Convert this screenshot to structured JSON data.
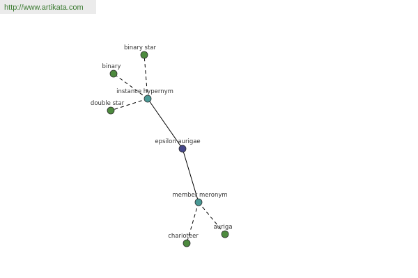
{
  "banner": {
    "text": "http://www.artikata.com"
  },
  "colors": {
    "center": "#45478a",
    "relation": "#4a9a96",
    "leaf": "#4d8a3e",
    "label": "#333333"
  },
  "graph": {
    "nodes": [
      {
        "id": "center",
        "label": "epsilon aurigae",
        "kind": "center"
      },
      {
        "id": "hyper",
        "label": "instance hypernym",
        "kind": "relation"
      },
      {
        "id": "mero",
        "label": "member meronym",
        "kind": "relation"
      },
      {
        "id": "binary_star",
        "label": "binary star",
        "kind": "leaf"
      },
      {
        "id": "binary",
        "label": "binary",
        "kind": "leaf"
      },
      {
        "id": "double_star",
        "label": "double star",
        "kind": "leaf"
      },
      {
        "id": "charioteer",
        "label": "charioteer",
        "kind": "leaf"
      },
      {
        "id": "auriga",
        "label": "auriga",
        "kind": "leaf"
      }
    ],
    "edges": [
      {
        "from": "center",
        "to": "hyper",
        "style": "solid"
      },
      {
        "from": "center",
        "to": "mero",
        "style": "solid"
      },
      {
        "from": "hyper",
        "to": "binary_star",
        "style": "dashed"
      },
      {
        "from": "hyper",
        "to": "binary",
        "style": "dashed"
      },
      {
        "from": "hyper",
        "to": "double_star",
        "style": "dashed"
      },
      {
        "from": "mero",
        "to": "charioteer",
        "style": "dashed"
      },
      {
        "from": "mero",
        "to": "auriga",
        "style": "dashed"
      }
    ]
  }
}
